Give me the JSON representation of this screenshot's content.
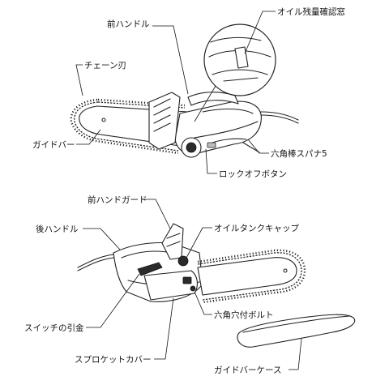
{
  "top_view": {
    "labels": {
      "front_handle": "前ハンドル",
      "oil_window": "オイル残量確認窓",
      "chain_blade": "チェーン刃",
      "guide_bar": "ガイドバー",
      "hex_wrench": "六角棒スパナ5",
      "lock_off_button": "ロックオフボタン"
    }
  },
  "bottom_view": {
    "labels": {
      "front_hand_guard": "前ハンドガード",
      "rear_handle": "後ハンドル",
      "oil_tank_cap": "オイルタンクキャップ",
      "switch_trigger": "スイッチの引金",
      "hex_socket_bolt": "六角穴付ボルト",
      "sprocket_cover": "スプロケットカバー",
      "guide_bar_case": "ガイドバーケース"
    }
  }
}
